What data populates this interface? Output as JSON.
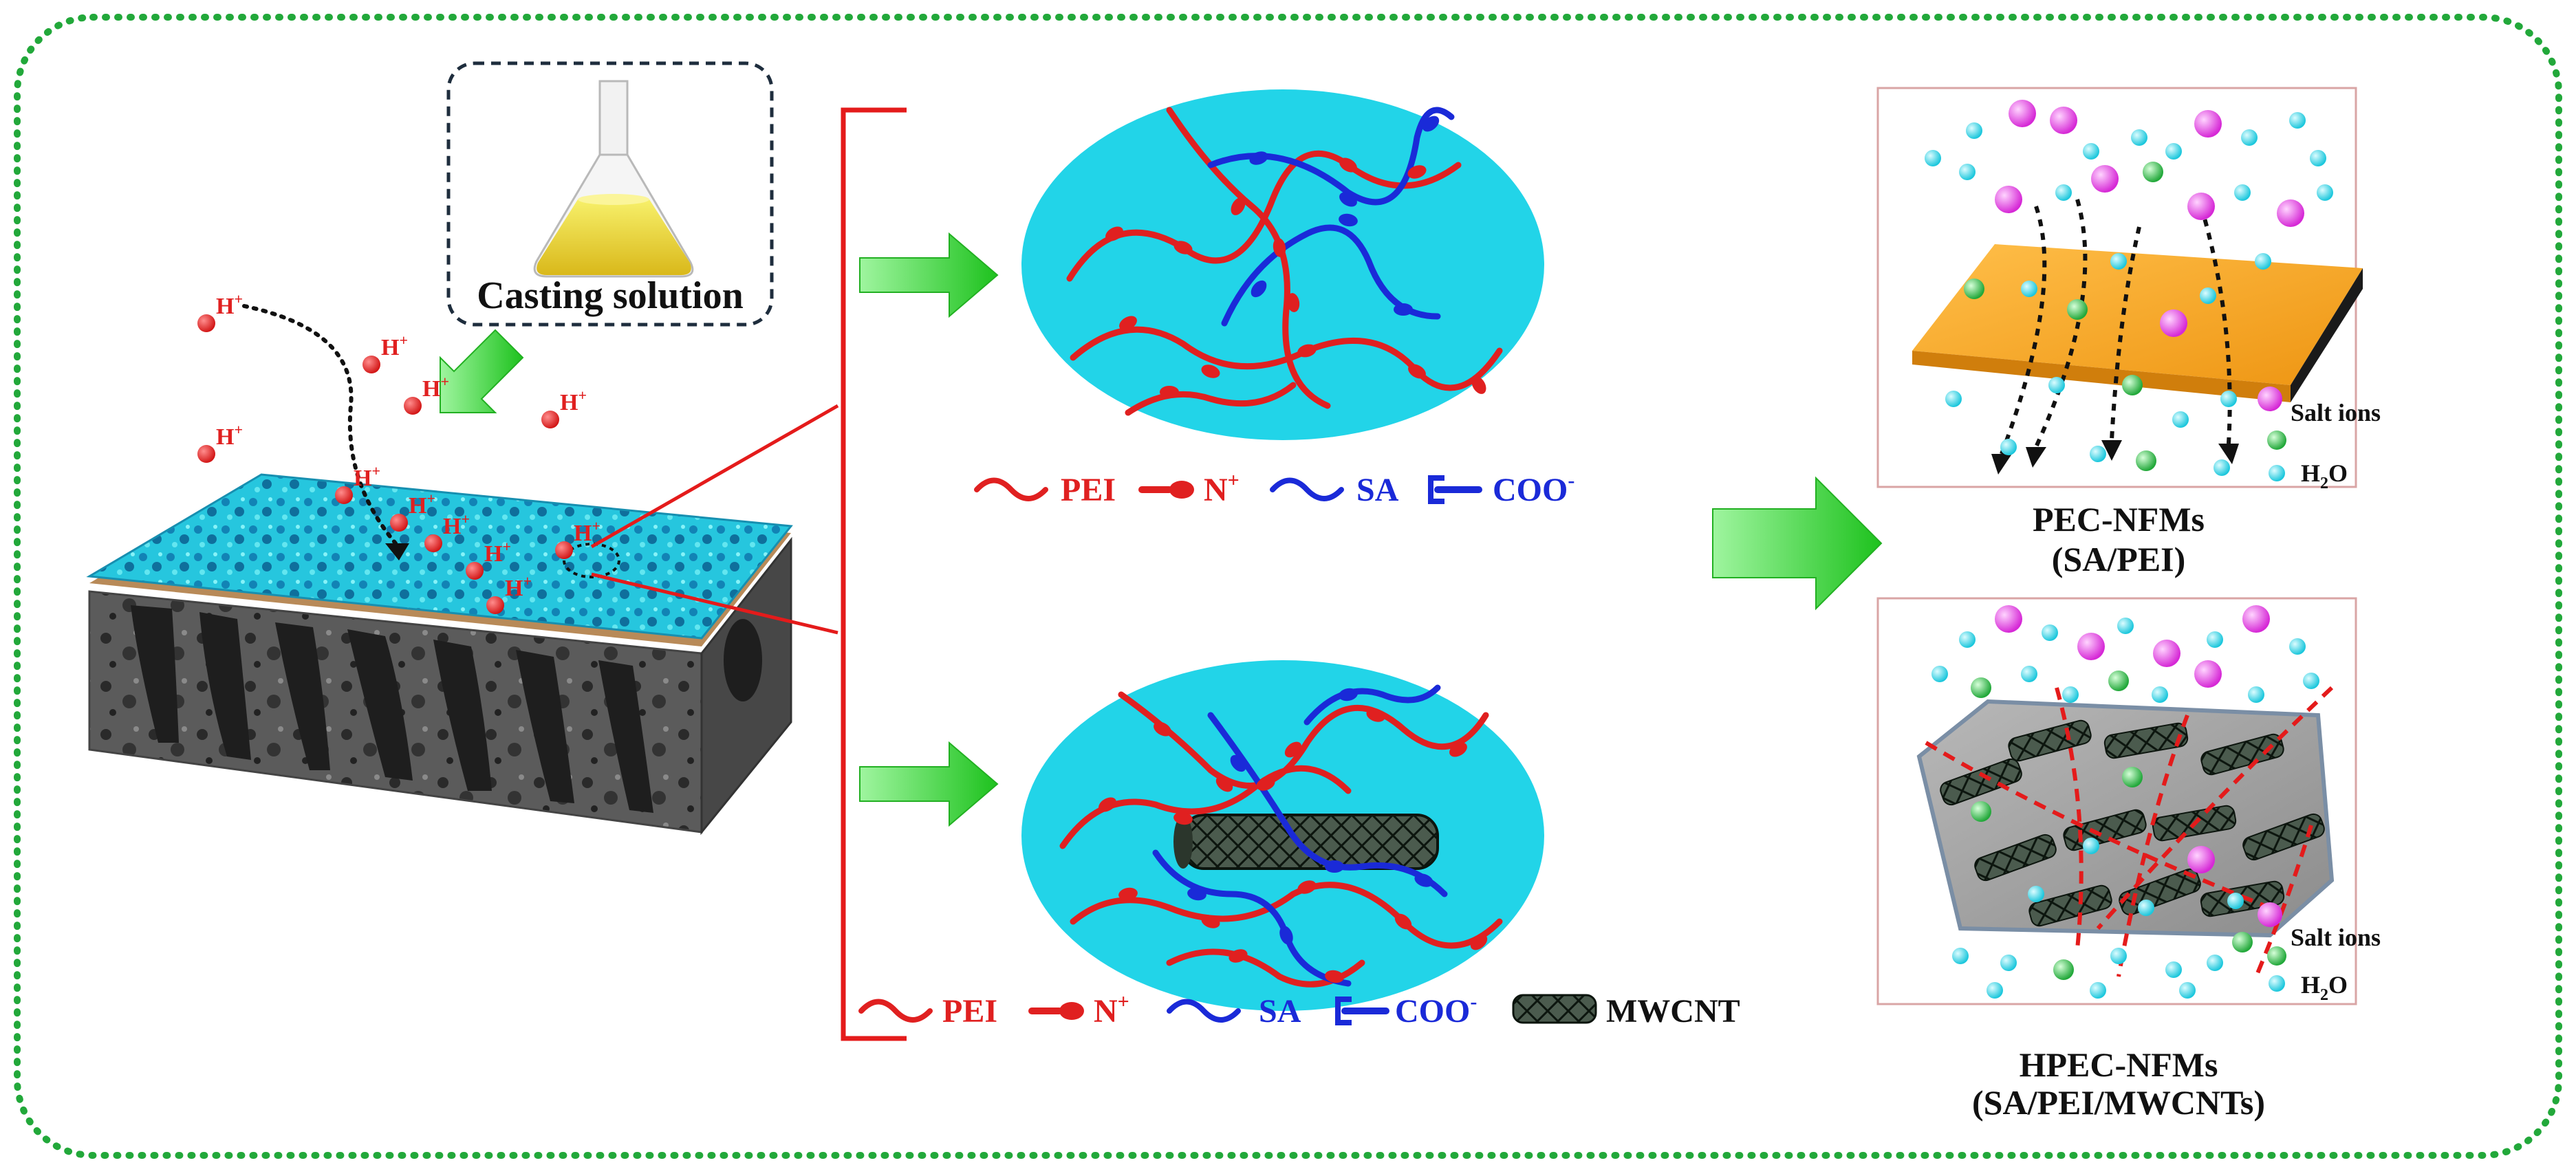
{
  "casting_label": "Casting solution",
  "proton_label": "H",
  "proton_sup": "+",
  "legend_top": {
    "pei": "PEI",
    "nplus": "N",
    "nplus_sup": "+",
    "sa": "SA",
    "coo": "COO",
    "coo_sup": "-"
  },
  "legend_bottom": {
    "pei": "PEI",
    "nplus": "N",
    "nplus_sup": "+",
    "sa": "SA",
    "coo": "COO",
    "coo_sup": "-",
    "mwcnt": "MWCNT"
  },
  "panel_top": {
    "salt_label": "Salt ions",
    "water_label_main": "H",
    "water_label_sub": "2",
    "water_label_end": "O",
    "caption_line1": "PEC-NFMs",
    "caption_line2": "(SA/PEI)"
  },
  "panel_bottom": {
    "salt_label": "Salt ions",
    "water_label_main": "H",
    "water_label_sub": "2",
    "water_label_end": "O",
    "caption_line1": "HPEC-NFMs",
    "caption_line2": "(SA/PEI/MWCNTs)"
  },
  "colors": {
    "frame_green": "#22a83a",
    "arrow_green": "#33dd33",
    "pei_red": "#e02020",
    "sa_blue": "#1a2ad8",
    "ellipse_cyan": "#22d4e8",
    "membrane_orange": "#f5a21b",
    "salt_magenta": "#e23ce0",
    "water_cyan": "#3fd9e6",
    "green_ion": "#2fc24a",
    "bracket_red": "#e41b1b"
  }
}
